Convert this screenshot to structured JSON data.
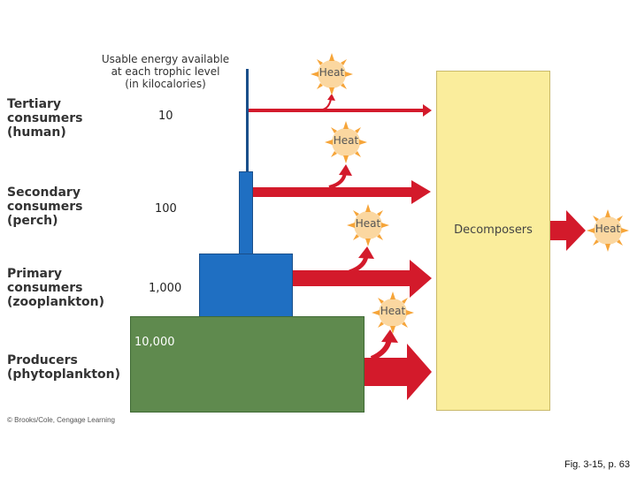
{
  "header": "Usable energy available\nat each trophic level\n(in kilocalories)",
  "levels": [
    {
      "name": "Tertiary\nconsumers\n(human)",
      "energy": "10"
    },
    {
      "name": "Secondary\nconsumers\n(perch)",
      "energy": "100"
    },
    {
      "name": "Primary\nconsumers\n(zooplankton)",
      "energy": "1,000"
    },
    {
      "name": "Producers\n(phytoplankton)",
      "energy": "10,000"
    }
  ],
  "heat_label": "Heat",
  "decomposers": "Decomposers",
  "credit": "© Brooks/Cole, Cengage Learning",
  "figure_ref": "Fig. 3-15, p. 63",
  "colors": {
    "producers": "#5f8a4e",
    "consumers": "#1f6fc2",
    "arrow": "#d31a2b",
    "decomposers": "#faed9c",
    "heat_sun": "#f6a53a"
  }
}
